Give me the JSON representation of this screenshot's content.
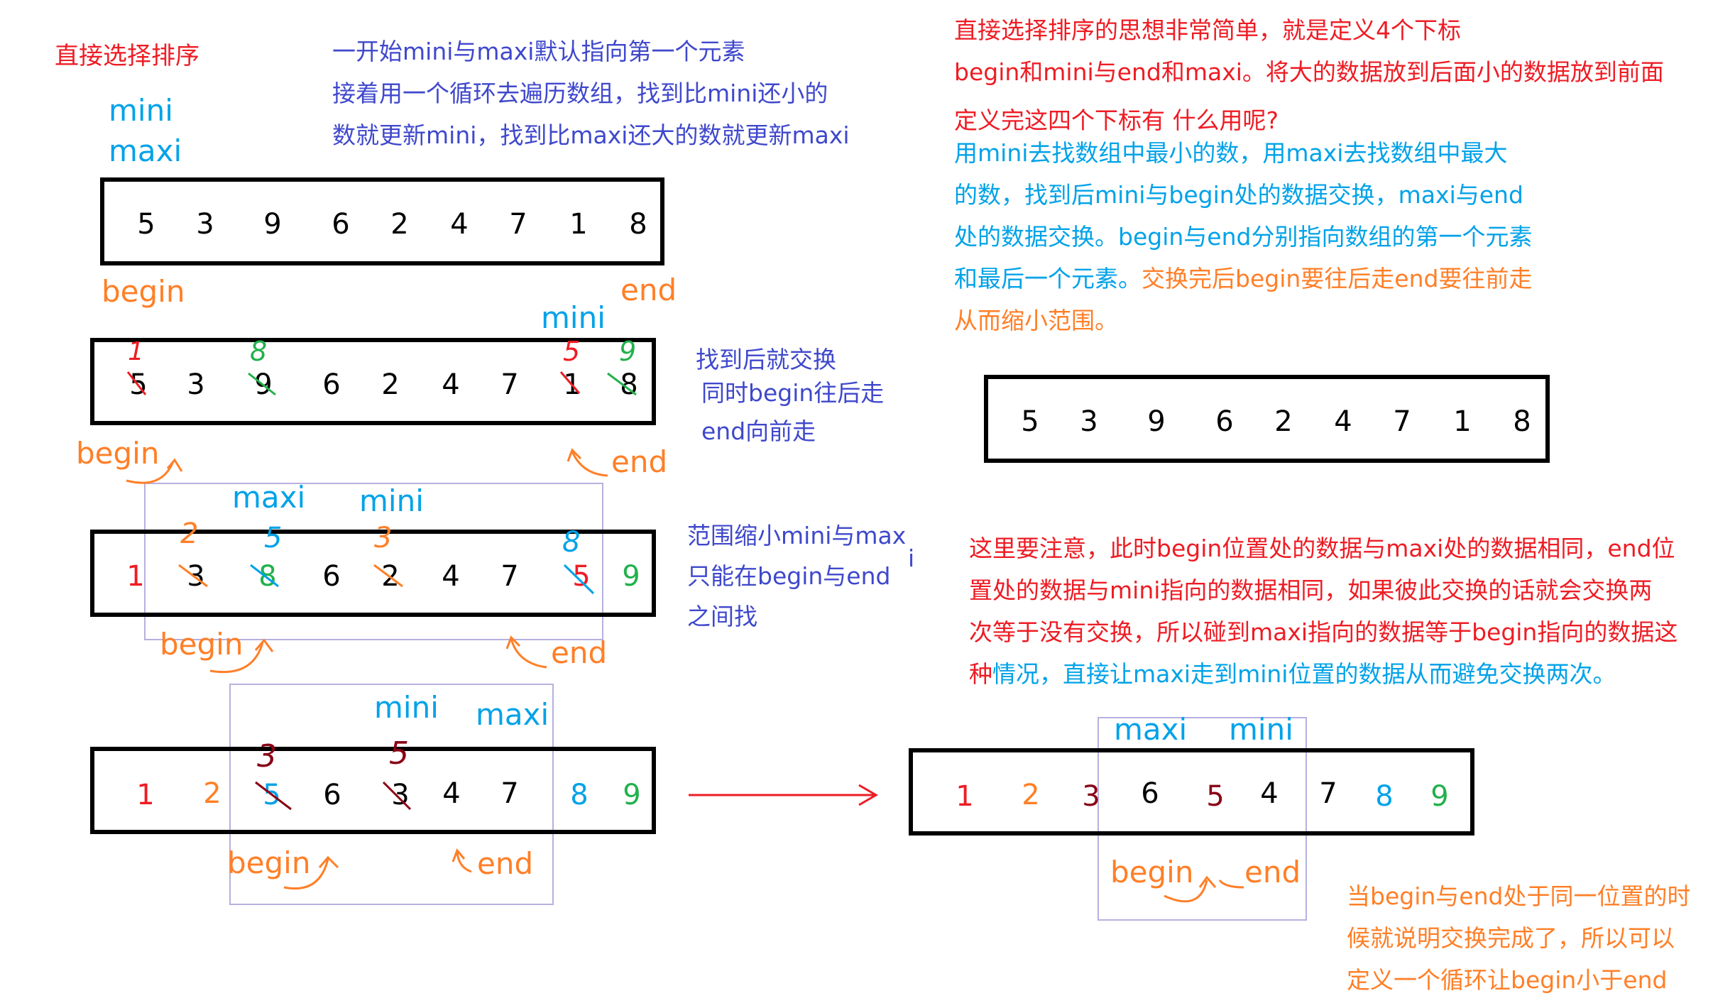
{
  "title": "直接选择排序",
  "init_text": [
    "一开始mini与maxi默认指向第一个元素",
    "接着用一个循环去遍历数组，找到比mini还小的",
    "数就更新mini，找到比maxi还大的数就更新maxi"
  ],
  "labels": {
    "mini": "mini",
    "maxi": "maxi",
    "begin": "begin",
    "end": "end"
  },
  "row1": [
    "5",
    "3",
    "9",
    "6",
    "2",
    "4",
    "7",
    "1",
    "8"
  ],
  "row2": [
    "5",
    "3",
    "9",
    "6",
    "2",
    "4",
    "7",
    "1",
    "8"
  ],
  "row2_marks": [
    "1",
    "8",
    "5",
    "9"
  ],
  "row3": [
    "1",
    "3",
    "8",
    "6",
    "2",
    "4",
    "7",
    "5",
    "9"
  ],
  "row3_marks": [
    "2",
    "5",
    "3",
    "8"
  ],
  "row4": [
    "1",
    "2",
    "5",
    "6",
    "3",
    "4",
    "7",
    "8",
    "9"
  ],
  "row4_marks": [
    "3",
    "5"
  ],
  "row5": [
    "5",
    "3",
    "9",
    "6",
    "2",
    "4",
    "7",
    "1",
    "8"
  ],
  "row6": [
    "1",
    "2",
    "3",
    "6",
    "5",
    "4",
    "7",
    "8",
    "9"
  ],
  "note_swap": [
    "找到后就交换",
    "同时begin往后走",
    "end向前走"
  ],
  "note_range": [
    "范围缩小mini与max",
    "只能在begin与end",
    "之间找"
  ],
  "note_range_tail": "i",
  "intro_red": [
    "直接选择排序的思想非常简单，就是定义4个下标",
    "begin和mini与end和maxi。将大的数据放到后面小的数据放到前面",
    "定义完这四个下标有 什么用呢?"
  ],
  "intro_cyan": [
    "用mini去找数组中最小的数，用maxi去找数组中最大",
    "的数，找到后mini与begin处的数据交换，maxi与end",
    "处的数据交换。begin与end分别指向数组的第一个元素"
  ],
  "intro_mixed_cyan": "和最后一个元素。",
  "intro_mixed_orange": "交换完后begin要往后走end要往前走",
  "intro_orange": "从而缩小范围。",
  "warn_red": [
    "这里要注意，此时begin位置处的数据与maxi处的数据相同，end位",
    "置处的数据与mini指向的数据相同，如果彼此交换的话就会交换两",
    "次等于没有交换，所以碰到maxi指向的数据等于begin指向的数据这"
  ],
  "warn_mixed_red": "种",
  "warn_mixed_cyan": "情况，直接让maxi走到mini位置的数据从而避免交换两次。",
  "end_note": [
    "当begin与end处于同一位置的时",
    "候就说明交换完成了，所以可以",
    "定义一个循环让begin小于end"
  ]
}
